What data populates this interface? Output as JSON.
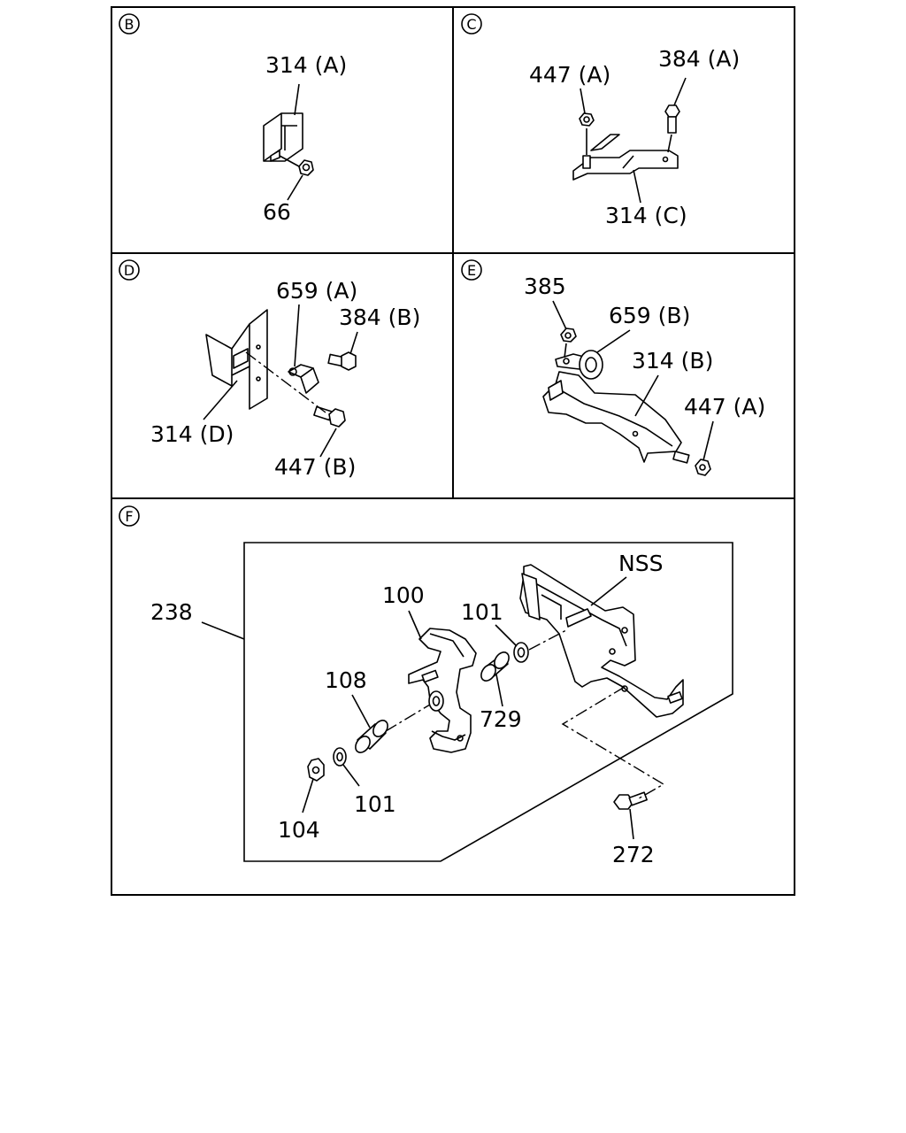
{
  "panels": {
    "B": {
      "letter": "B",
      "labels": {
        "bracket": "314 (A)",
        "nut": "66"
      }
    },
    "C": {
      "letter": "C",
      "labels": {
        "nut": "447 (A)",
        "bolt": "384 (A)",
        "bracket": "314 (C)"
      }
    },
    "D": {
      "letter": "D",
      "labels": {
        "clip": "659 (A)",
        "bolt_upper": "384 (B)",
        "bracket": "314 (D)",
        "bolt_lower": "447 (B)"
      }
    },
    "E": {
      "letter": "E",
      "labels": {
        "nut_top": "385",
        "clip": "659 (B)",
        "bracket": "314 (B)",
        "nut_right": "447 (A)"
      }
    },
    "F": {
      "letter": "F",
      "labels": {
        "assembly": "238",
        "nss": "NSS",
        "lever": "100",
        "washer_upper": "101",
        "bushing_left": "108",
        "bushing_right": "729",
        "washer_lower": "101",
        "nut": "104",
        "bolt": "272"
      }
    }
  }
}
